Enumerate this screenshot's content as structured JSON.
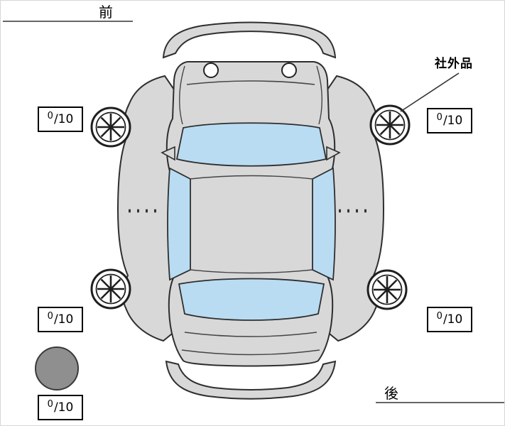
{
  "diagram": {
    "front_label": "前",
    "rear_label": "後",
    "aftermarket_label": "社外品"
  },
  "tread_depths": {
    "front_left": {
      "value": "0",
      "scale": "/10"
    },
    "front_right": {
      "value": "0",
      "scale": "/10"
    },
    "rear_left": {
      "value": "0",
      "scale": "/10"
    },
    "rear_right": {
      "value": "0",
      "scale": "/10"
    },
    "spare": {
      "value": "0",
      "scale": "/10"
    }
  },
  "colors": {
    "body": "#d8d8d8",
    "glass": "#b9dcf2",
    "spare_tire": "#8f8f8f"
  }
}
